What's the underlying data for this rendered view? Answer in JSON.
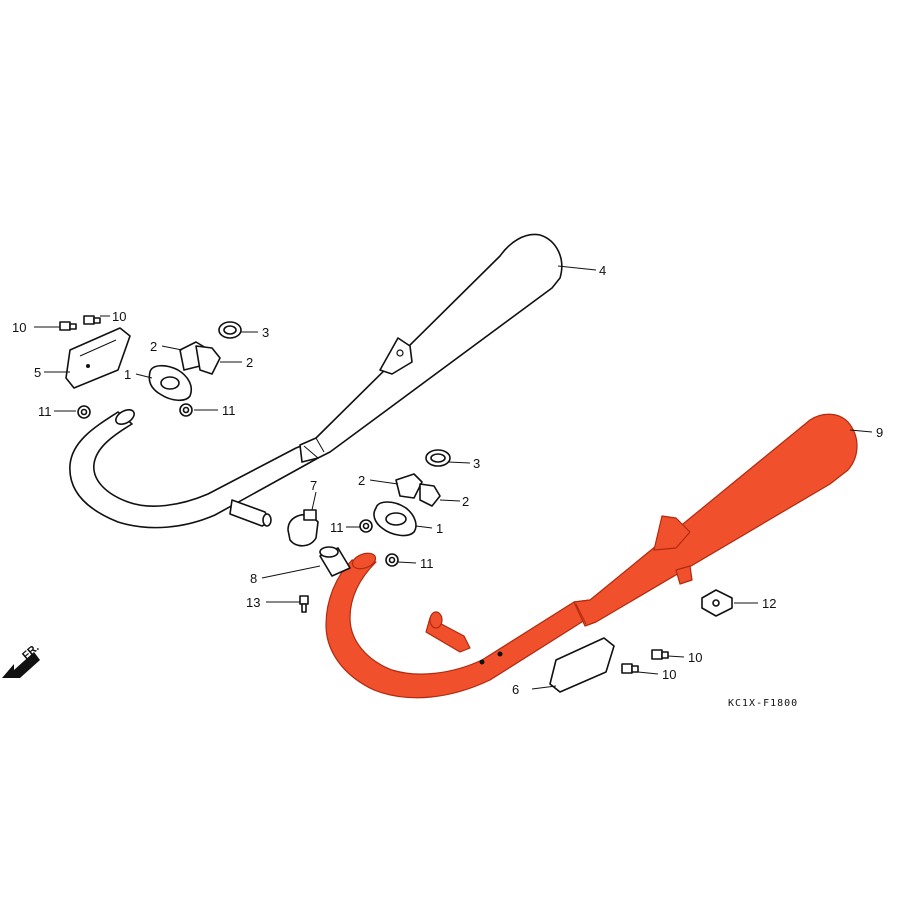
{
  "diagram": {
    "code": "KC1X-F1800",
    "orientation_label": "FR.",
    "colors": {
      "highlight": "#f0502c",
      "line": "#111111",
      "background": "#ffffff"
    },
    "callouts": {
      "c1a": "1",
      "c1b": "1",
      "c2a": "2",
      "c2b": "2",
      "c2c": "2",
      "c2d": "2",
      "c3a": "3",
      "c3b": "3",
      "c4": "4",
      "c5": "5",
      "c6": "6",
      "c7": "7",
      "c8": "8",
      "c9": "9",
      "c10a": "10",
      "c10b": "10",
      "c10c": "10",
      "c10d": "10",
      "c11a": "11",
      "c11b": "11",
      "c11c": "11",
      "c11d": "11",
      "c12": "12",
      "c13": "13"
    }
  }
}
